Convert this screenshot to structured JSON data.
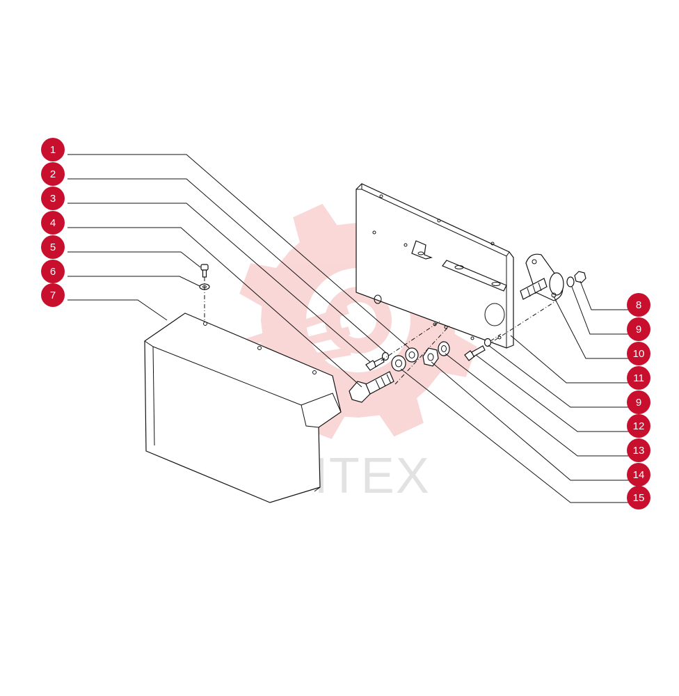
{
  "watermark": {
    "text": "ИНТЕХ",
    "gear_color": "#f5b8b8"
  },
  "callout_color": "#c8102e",
  "callouts_left": [
    "1",
    "2",
    "3",
    "4",
    "5",
    "6",
    "7"
  ],
  "callouts_right": [
    "8",
    "9",
    "10",
    "11",
    "9",
    "12",
    "13",
    "14",
    "15"
  ]
}
